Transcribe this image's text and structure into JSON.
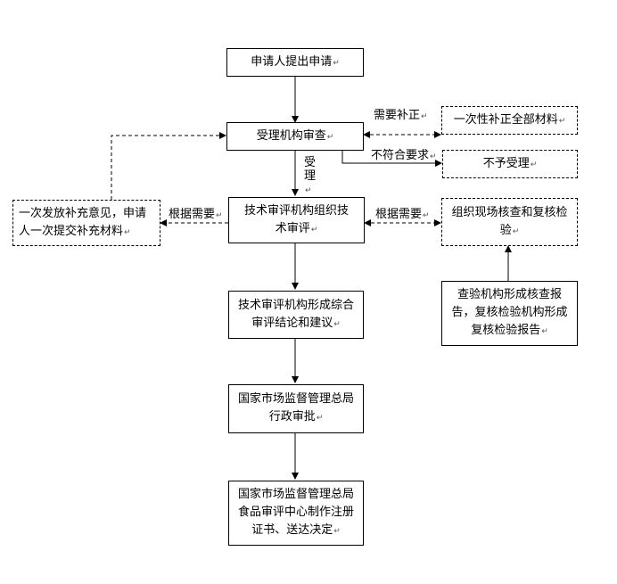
{
  "return_mark": "↵",
  "nodes": {
    "apply": "申请人提出申请",
    "review": "受理机构审查",
    "supplement_all": "一次性补正全部材料",
    "reject": "不予受理",
    "tech_review": "技术审评机构组织技术审评",
    "one_time_notice": "一次发放补充意见，申请人一次提交补充材料",
    "onsite_check": "组织现场核查和复核检验",
    "inspection_report": "查验机构形成核查报告，复核检验机构形成复核检验报告",
    "conclusion": "技术审评机构形成综合审评结论和建议",
    "approval": "国家市场监督管理总局行政审批",
    "certificate": "国家市场监督管理总局食品审评中心制作注册证书、送达决定"
  },
  "edges": {
    "needs_correction": "需要补正",
    "not_compliant": "不符合要求",
    "accepted": "受理",
    "as_needed_left": "根据需要",
    "as_needed_right": "根据需要"
  }
}
